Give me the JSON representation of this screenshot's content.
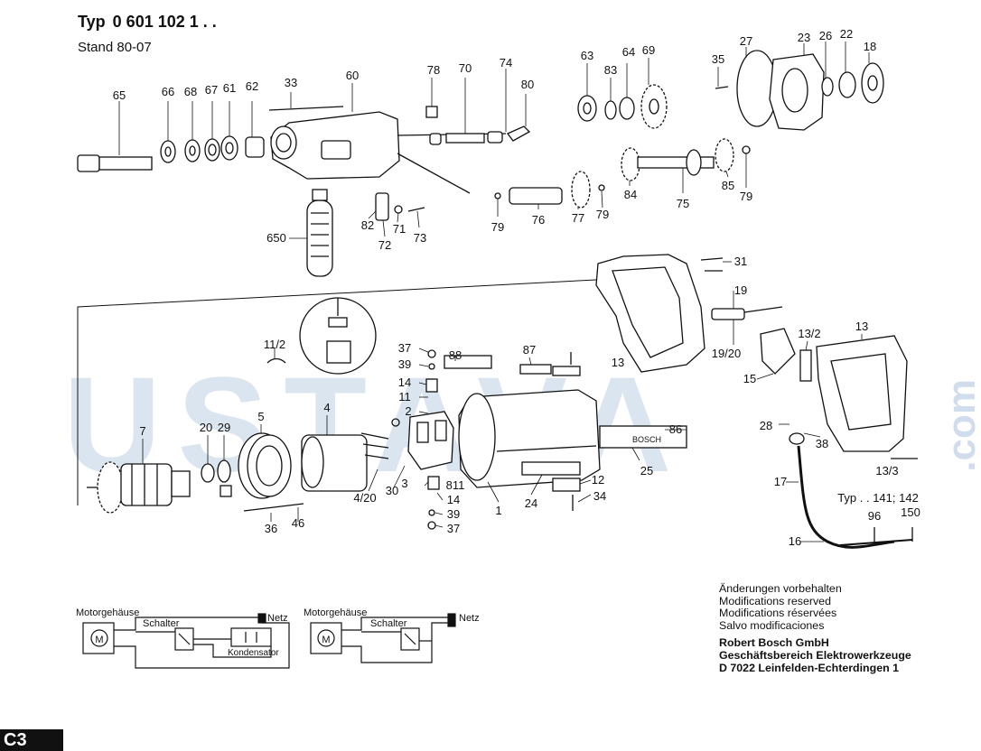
{
  "header": {
    "typ_label": "Typ",
    "typ_number": "0 601 102 1 . .",
    "stand": "Stand 80-07"
  },
  "watermark": {
    "main": "USTAVA",
    "domain": ".com",
    "color": "#9ab6d6"
  },
  "part_labels": {
    "p65": "65",
    "p66": "66",
    "p68": "68",
    "p67": "67",
    "p61": "61",
    "p62": "62",
    "p33": "33",
    "p60": "60",
    "p78": "78",
    "p70": "70",
    "p74": "74",
    "p80": "80",
    "p63": "63",
    "p83": "83",
    "p64": "64",
    "p69": "69",
    "p35": "35",
    "p27": "27",
    "p23": "23",
    "p26": "26",
    "p22": "22",
    "p18": "18",
    "p650": "650",
    "p82": "82",
    "p72": "72",
    "p71": "71",
    "p73": "73",
    "p79a": "79",
    "p76": "76",
    "p77": "77",
    "p79b": "79",
    "p84": "84",
    "p75": "75",
    "p85": "85",
    "p79c": "79",
    "p31": "31",
    "p19": "19",
    "p19_20": "19/20",
    "p13_2": "13/2",
    "p13top": "13",
    "p13body": "13",
    "p15": "15",
    "p28": "28",
    "p38": "38",
    "p13_3": "13/3",
    "p17": "17",
    "p16": "16",
    "p96": "96",
    "p150": "150",
    "p11_2": "11/2",
    "p37a": "37",
    "p39a": "39",
    "p14a": "14",
    "p11": "11",
    "p2": "2",
    "p88": "88",
    "p87": "87",
    "p86": "86",
    "p25": "25",
    "p7": "7",
    "p20": "20",
    "p29": "29",
    "p5": "5",
    "p4": "4",
    "p36": "36",
    "p46": "46",
    "p4_20": "4/20",
    "p30": "30",
    "p3": "3",
    "p811": "811",
    "p14b": "14",
    "p39b": "39",
    "p37b": "37",
    "p1": "1",
    "p24": "24",
    "p12": "12",
    "p34": "34"
  },
  "typ_variant": "Typ . . 141; 142",
  "schematics": [
    {
      "housing": "Motorgehäuse",
      "switch": "Schalter",
      "mains": "Netz",
      "capacitor": "Kondensator",
      "motor_symbol": "M"
    },
    {
      "housing": "Motorgehäuse",
      "switch": "Schalter",
      "mains": "Netz",
      "motor_symbol": "M"
    }
  ],
  "notes": {
    "de": "Änderungen vorbehalten",
    "en": "Modifications reserved",
    "fr": "Modifications réservées",
    "es": "Salvo modificaciones",
    "company": "Robert Bosch GmbH",
    "division": "Geschäftsbereich Elektrowerkzeuge",
    "address": "D 7022 Leinfelden-Echterdingen 1"
  },
  "corner_label": "C3",
  "nameplate_text": "BOSCH"
}
